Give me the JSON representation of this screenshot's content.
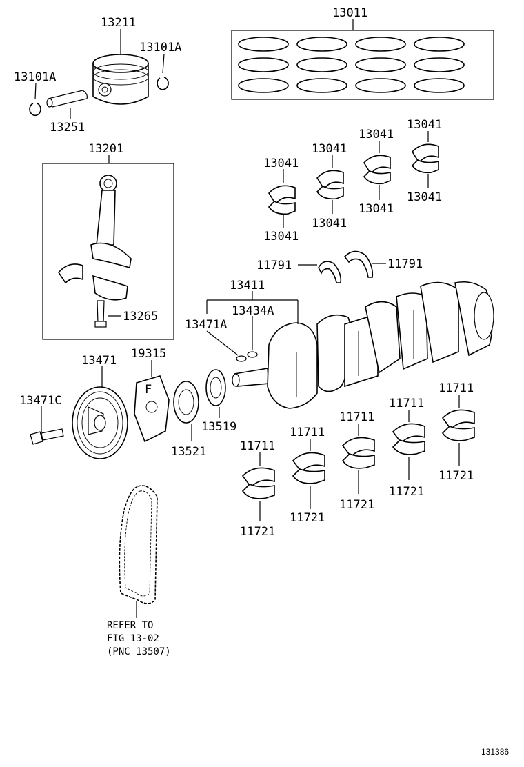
{
  "labels": {
    "piston": "13211",
    "snap_ring_right": "13101A",
    "snap_ring_left": "13101A",
    "piston_pin": "13251",
    "ring_set": "13011",
    "conrod": "13201",
    "conrod_bolt": "13265",
    "conrod_bearing_1a": "13041",
    "conrod_bearing_1b": "13041",
    "conrod_bearing_2a": "13041",
    "conrod_bearing_2b": "13041",
    "conrod_bearing_3a": "13041",
    "conrod_bearing_3b": "13041",
    "conrod_bearing_4a": "13041",
    "conrod_bearing_4b": "13041",
    "thrust_washer_left": "11791",
    "thrust_washer_right": "11791",
    "crankshaft": "13411",
    "crank_key": "13434A",
    "pulley_key": "13471A",
    "pulley": "13471",
    "pulley_bolt": "13471C",
    "chain_guide_plate": "19315",
    "crank_sprocket": "13521",
    "crank_gear": "13519",
    "main_upper_1": "11711",
    "main_lower_1": "11721",
    "main_upper_2": "11711",
    "main_lower_2": "11721",
    "main_upper_3": "11711",
    "main_lower_3": "11721",
    "main_upper_4": "11711",
    "main_lower_4": "11721",
    "main_upper_5": "11711",
    "main_lower_5": "11721"
  },
  "chain_note": {
    "line1": "REFER TO",
    "line2": "FIG 13-02",
    "line3": "(PNC 13507)"
  },
  "figure_id": "131386"
}
